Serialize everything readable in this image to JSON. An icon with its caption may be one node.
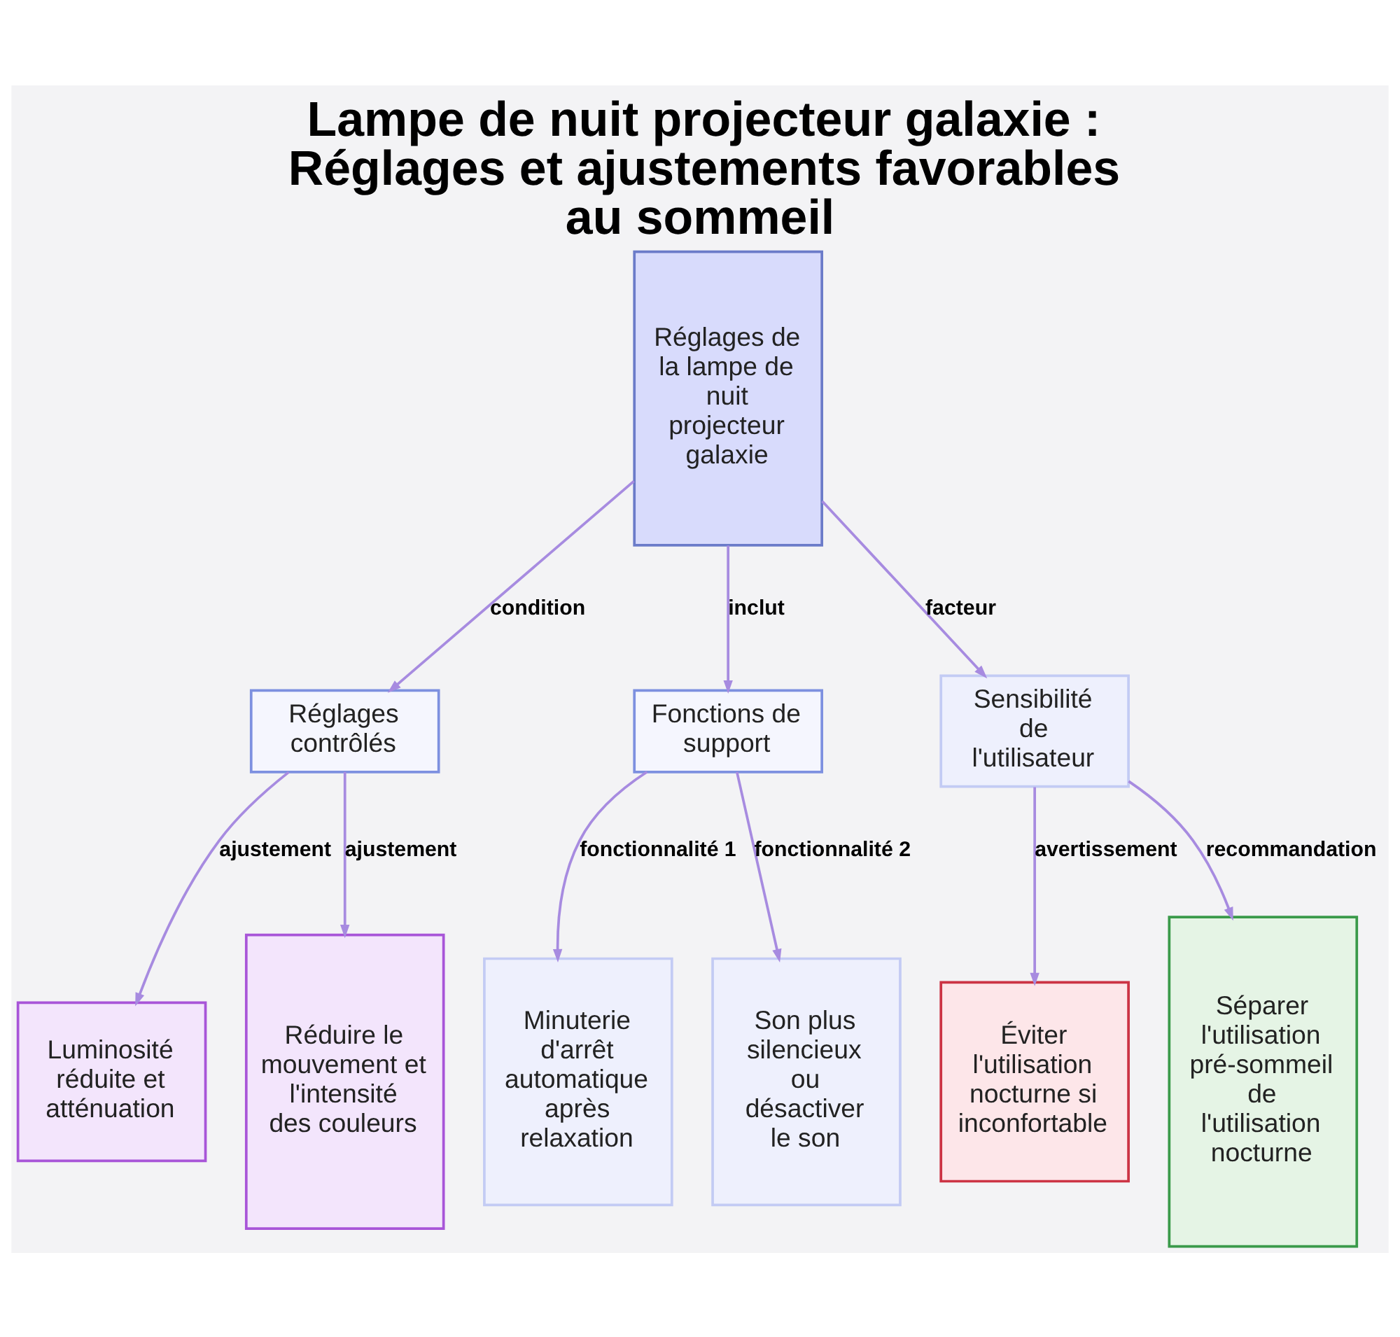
{
  "diagram": {
    "title": "Lampe de nuit projecteur galaxie : Réglages et ajustements favorables au sommeil",
    "nodes": [
      {
        "text": [
          "Réglages de la lampe de nuit projecteur galaxie"
        ]
      },
      {
        "text": [
          "Réglages contrôlés"
        ]
      },
      {
        "text": [
          "Fonctions de support"
        ]
      },
      {
        "text": [
          "Sensibilité de l'utilisateur"
        ]
      },
      {
        "text": [
          "Luminosité réduite et atténuation"
        ]
      },
      {
        "text": [
          "Réduire le mouvement et l'intensité des couleurs"
        ]
      },
      {
        "text": [
          "Minuterie d'arrêt automatique après relaxation"
        ]
      },
      {
        "text": [
          "Son plus silencieux ou désactiver le son"
        ]
      },
      {
        "text": [
          "Éviter l'utilisation nocturne si inconfortable"
        ]
      },
      {
        "text": [
          "Séparer l'utilisation pré-sommeil de l'utilisation nocturne"
        ]
      }
    ],
    "edges": [
      {
        "from": 0,
        "to": 1,
        "arrow": "to",
        "label": "condition"
      },
      {
        "from": 0,
        "to": 2,
        "arrow": "to",
        "label": "inclut"
      },
      {
        "from": 0,
        "to": 3,
        "arrow": "to",
        "label": "facteur"
      },
      {
        "from": 1,
        "to": 4,
        "arrow": "to",
        "label": "ajustement"
      },
      {
        "from": 1,
        "to": 5,
        "arrow": "to",
        "label": "ajustement"
      },
      {
        "from": 2,
        "to": 6,
        "arrow": "to",
        "label": "fonctionnalité 1"
      },
      {
        "from": 2,
        "to": 7,
        "arrow": "to",
        "label": "fonctionnalité 2"
      },
      {
        "from": 3,
        "to": 8,
        "arrow": "to",
        "label": "avertissement"
      },
      {
        "from": 3,
        "to": 9,
        "arrow": "to",
        "label": "recommandation"
      }
    ]
  }
}
